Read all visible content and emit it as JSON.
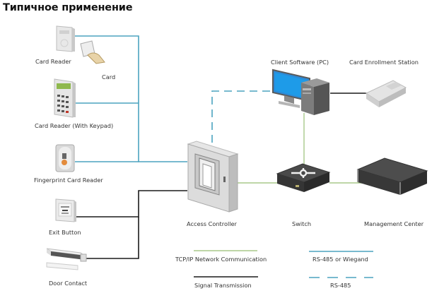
{
  "title": "Типичное применение",
  "colors": {
    "rs485_wiegand": "#4ba3bf",
    "tcpip": "#a8c98a",
    "signal": "#1a1a1a"
  },
  "devices": {
    "card_reader": "Card Reader",
    "card": "Card",
    "card_reader_keypad": "Card Reader (With Keypad)",
    "fingerprint_reader": "Fingerprint Card Reader",
    "exit_button": "Exit Button",
    "door_contact": "Door Contact",
    "access_controller": "Access Controller",
    "client_software": "Client Software (PC)",
    "card_enrollment": "Card Enrollment Station",
    "switch": "Switch",
    "management_center": "Management Center"
  },
  "legend": {
    "tcpip": "TCP/IP Network Communication",
    "rs485_wiegand": "RS-485 or Wiegand",
    "signal": "Signal Transmission",
    "rs485": "RS-485"
  }
}
